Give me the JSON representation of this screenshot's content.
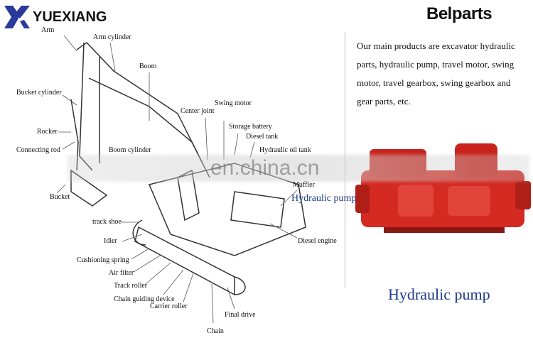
{
  "brand": {
    "left_logo": "YUEXIANG",
    "right_logo": "Belparts",
    "accent": "#2a3a9a"
  },
  "description": "Our main products are excavator hydraulic parts, hydraulic pump, travel motor, swing motor, travel gearbox, swing gearbox and gear parts, etc.",
  "watermark": "en.china.cn",
  "diagram_labels": {
    "arm": "Arm",
    "arm_cylinder": "Arm cylinder",
    "boom": "Boom",
    "bucket_cylinder": "Bucket cylinder",
    "swing_motor": "Swing motor",
    "center_joint": "Center joint",
    "storage_battery": "Storage battery",
    "diesel_tank": "Diesel tank",
    "rocker": "Rocker",
    "connecting_rod": "Connecting rod",
    "boom_cylinder": "Boom cylinder",
    "hydraulic_oil_tank": "Hydraulic oil tank",
    "bucket": "Bucket",
    "muffler": "Muffler",
    "hydraulic_pump": "Hydraulic pump",
    "track_shoe": "track shoe",
    "idler": "Idler",
    "diesel_engine": "Diesel engine",
    "cushioning_spring": "Cushioning spring",
    "air_filter": "Air filter",
    "track_roller": "Track roller",
    "chain_guiding_device": "Chain guiding device",
    "carrier_roller": "Carrier roller",
    "final_drive": "Final drive",
    "chain": "Chain"
  },
  "pump_caption": "Hydraulic pump",
  "colors": {
    "pump_red": "#d42a22",
    "caption_blue": "#1e3a8a"
  }
}
